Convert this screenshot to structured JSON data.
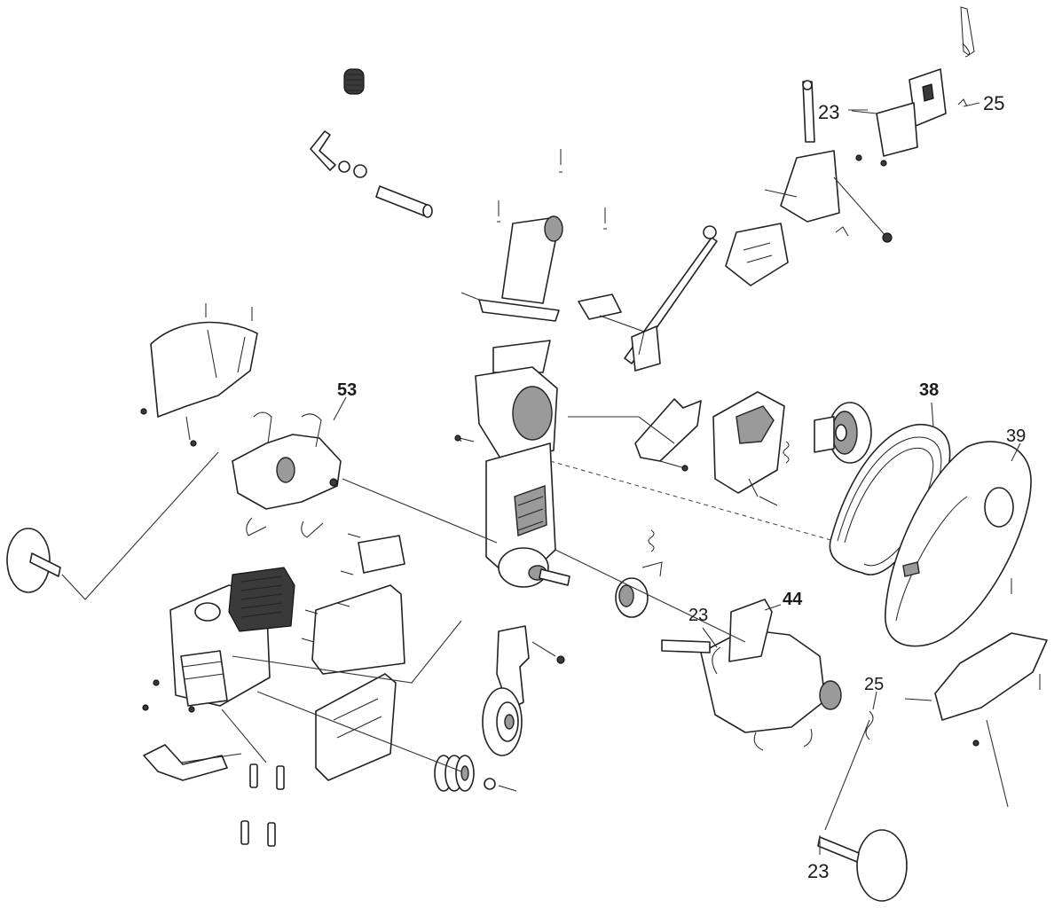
{
  "callouts": [
    {
      "id": "c23_top",
      "text": "23"
    },
    {
      "id": "c25_top",
      "text": "25"
    },
    {
      "id": "c53",
      "text": "53"
    },
    {
      "id": "c38",
      "text": "38"
    },
    {
      "id": "c39",
      "text": "39"
    },
    {
      "id": "c44",
      "text": "44"
    },
    {
      "id": "c23_mid",
      "text": "23"
    },
    {
      "id": "c25_mid",
      "text": "25"
    },
    {
      "id": "c23_bottom",
      "text": "23"
    }
  ],
  "colors": {
    "ink": "#222222",
    "shade": "#9a9a9a",
    "dark": "#3a3a3a",
    "paper": "#ffffff"
  }
}
